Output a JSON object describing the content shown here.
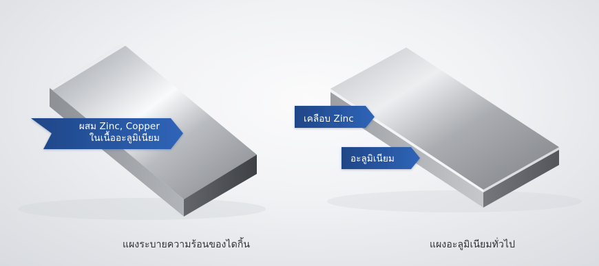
{
  "left_panel": {
    "label_lines": [
      "ผสม Zinc, Copper",
      "ในเนื้ออะลูมิเนียม"
    ],
    "caption": "แผงระบายความร้อนของไดกิ้น"
  },
  "right_panel": {
    "coating_label": "เคลือบ Zinc",
    "base_label": "อะลูมิเนียม",
    "caption": "แผงอะลูมิเนียมทั่วไป"
  }
}
